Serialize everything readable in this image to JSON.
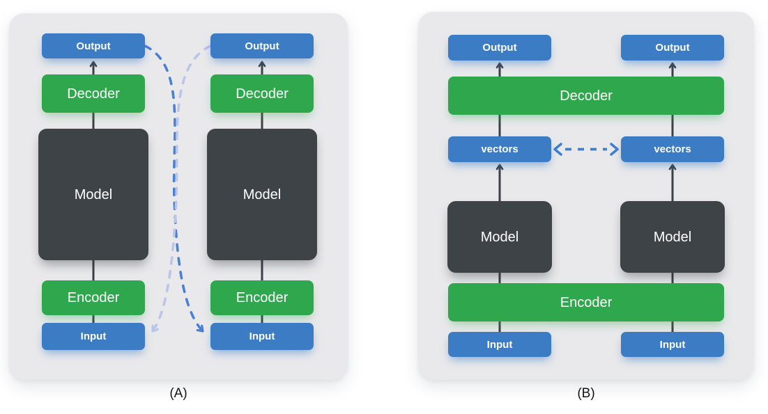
{
  "panel_a": {
    "caption": "(A)",
    "left_column": {
      "output": "Output",
      "decoder": "Decoder",
      "model": "Model",
      "encoder": "Encoder",
      "input": "Input"
    },
    "right_column": {
      "output": "Output",
      "decoder": "Decoder",
      "model": "Model",
      "encoder": "Encoder",
      "input": "Input"
    },
    "cross_arrows": [
      {
        "name": "left-output-to-right-input",
        "style": "dashed-curve",
        "color": "#4b80d1"
      },
      {
        "name": "right-output-to-left-input",
        "style": "dashed-curve",
        "color": "#b9c5e9"
      }
    ]
  },
  "panel_b": {
    "caption": "(B)",
    "decoder": "Decoder",
    "encoder": "Encoder",
    "left_column": {
      "output": "Output",
      "vectors": "vectors",
      "model": "Model",
      "input": "Input"
    },
    "right_column": {
      "output": "Output",
      "vectors": "vectors",
      "model": "Model",
      "input": "Input"
    },
    "exchange_arrow": {
      "name": "vectors-exchange",
      "style": "dashed-double-headed",
      "color": "#3f7fd0"
    }
  },
  "colors": {
    "page_bg": "#ffffff",
    "panel_bg": "#e9e9eb",
    "blue_box": "#3b7cc4",
    "green_box": "#2fa74d",
    "dark_box": "#3e4348",
    "flow_line": "#3a4046",
    "cross_arrow_dark": "#4b80d1",
    "cross_arrow_light": "#b9c5e9",
    "exchange_arrow": "#3f7fd0",
    "caption_text": "#141414",
    "box_text": "#ffffff"
  }
}
